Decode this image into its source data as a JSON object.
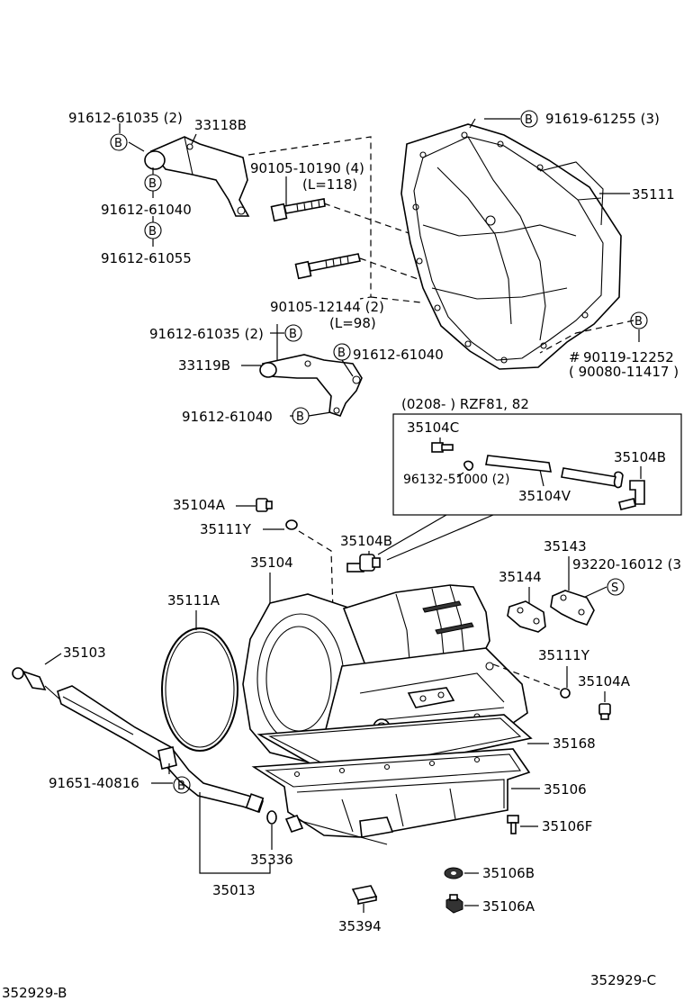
{
  "diagram": {
    "labels": {
      "p91612_61035_a": "91612-61035 (2)",
      "p33118B": "33118B",
      "p91612_61040_a": "91612-61040",
      "p91612_61055": "91612-61055",
      "p90105_10190": "90105-10190 (4)",
      "l118": "(L=118)",
      "p90105_12144": "90105-12144 (2)",
      "l98": "(L=98)",
      "p91619_61255": "91619-61255 (3)",
      "p35111": "35111",
      "p91612_61035_b": "91612-61035 (2)",
      "p33119B": "33119B",
      "p91612_61040_b": "91612-61040",
      "p91612_61040_c": "91612-61040",
      "p90119_12252": "90119-12252",
      "p90080_11417": "( 90080-11417 )",
      "hash": "#",
      "rzf": "(0208-       ) RZF81, 82",
      "p35104C": "35104C",
      "p96132_51000": "96132-51000 (2)",
      "p35104V": "35104V",
      "p35104B_box": "35104B",
      "p35104A_top": "35104A",
      "p35111Y_top": "35111Y",
      "p35104B": "35104B",
      "p35143": "35143",
      "p93220_16012": "93220-16012 (3",
      "p35104": "35104",
      "p35144": "35144",
      "p35111A": "35111A",
      "p35103": "35103",
      "p35111Y_r": "35111Y",
      "p35104A_r": "35104A",
      "p35168": "35168",
      "p91651_40816": "91651-40816",
      "p35106": "35106",
      "p35106F": "35106F",
      "p35336": "35336",
      "p35106B": "35106B",
      "p35013": "35013",
      "p35106A": "35106A",
      "p35394": "35394",
      "code_left": "352929-B",
      "code_right": "352929-C"
    },
    "markers": {
      "b": "B",
      "s": "S"
    }
  }
}
